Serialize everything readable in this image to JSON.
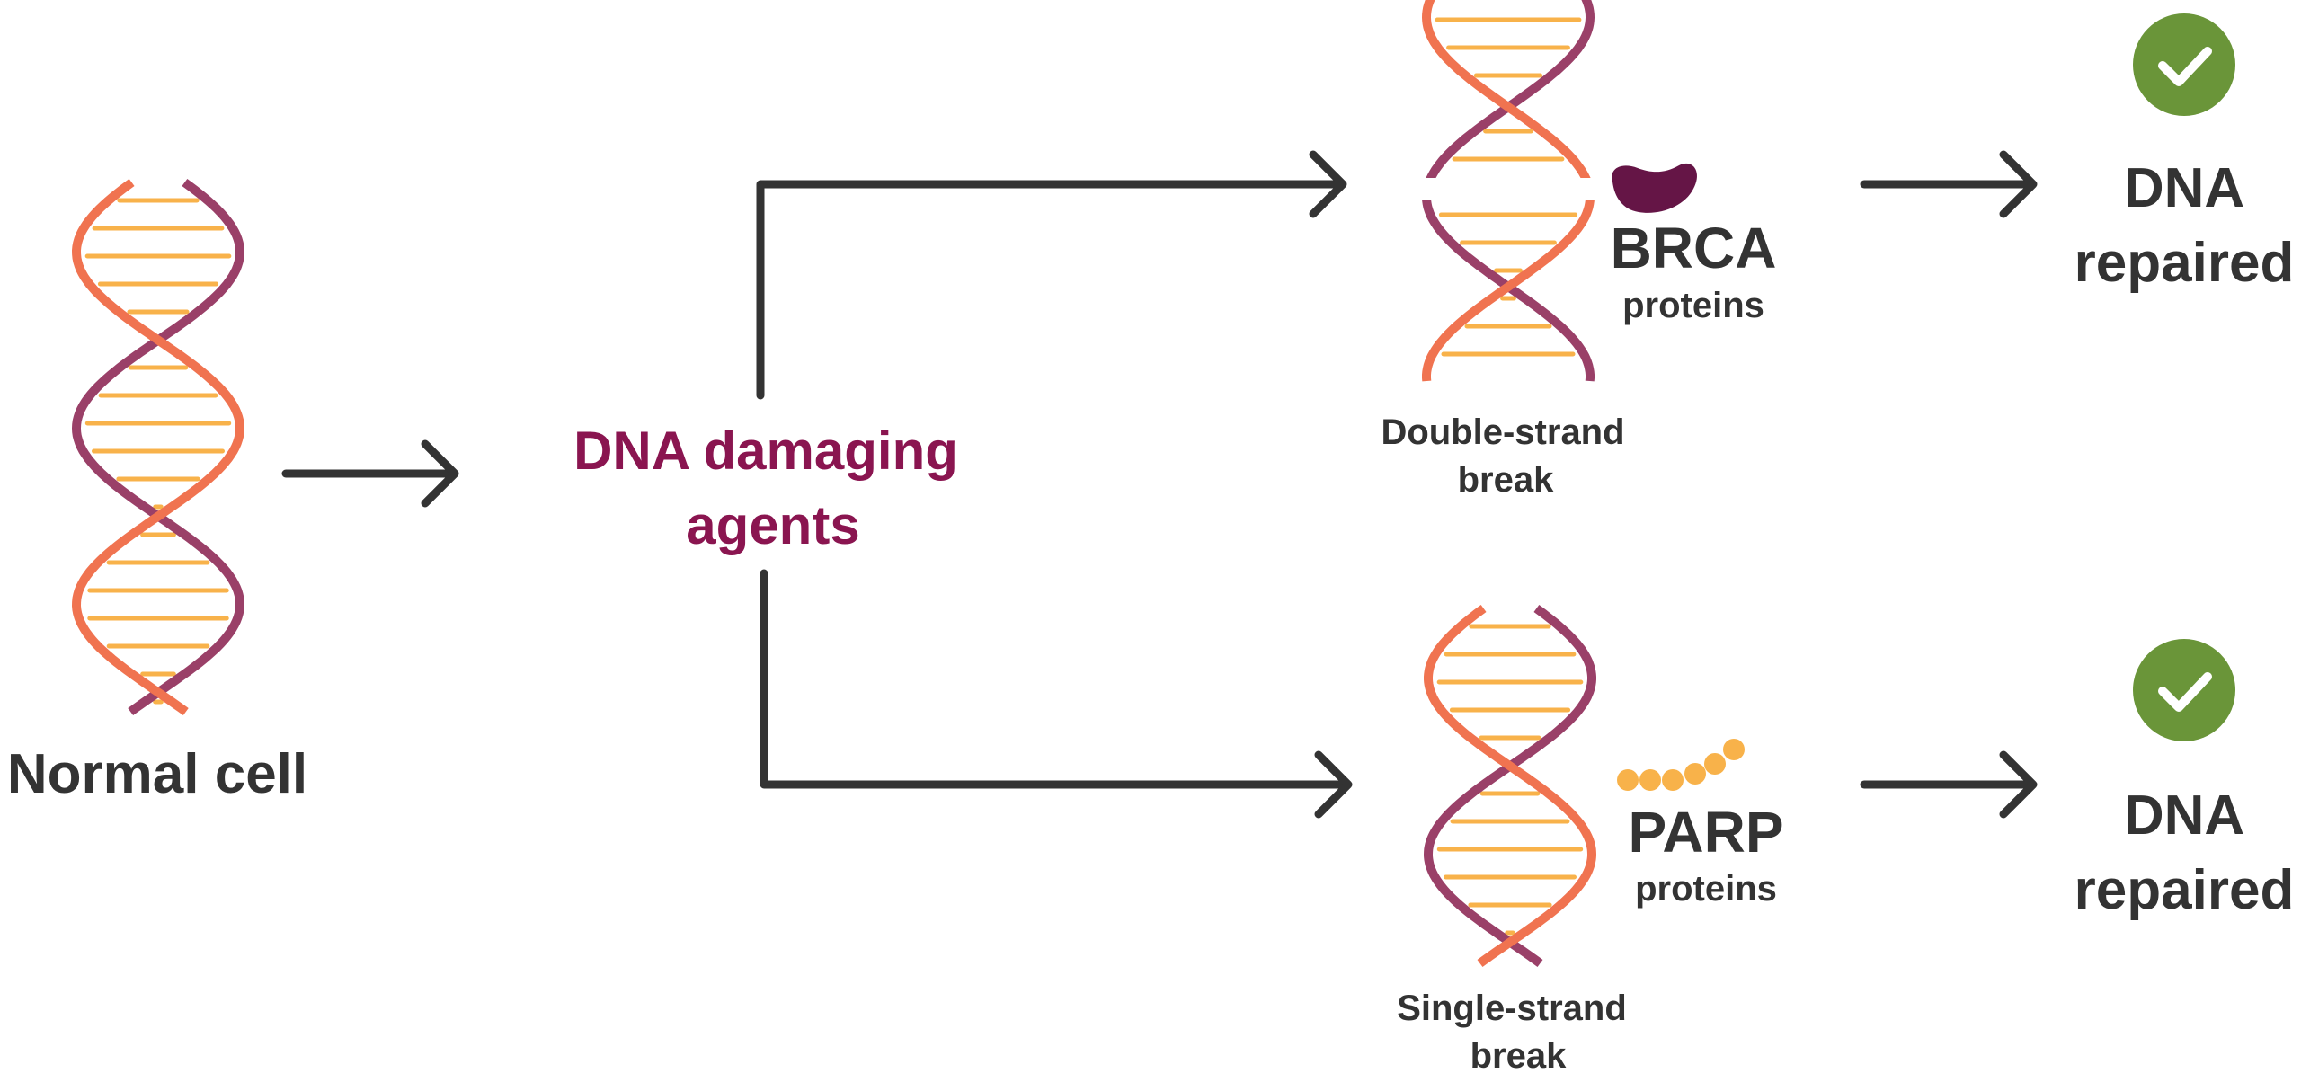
{
  "labels": {
    "normal_cell": "Normal cell",
    "agents_line1": "DNA damaging",
    "agents_line2": "agents",
    "double_line1": "Double-strand",
    "double_line2": "break",
    "single_line1": "Single-strand",
    "single_line2": "break",
    "brca_title": "BRCA",
    "brca_sub": "proteins",
    "parp_title": "PARP",
    "parp_sub": "proteins",
    "repaired_top_line1": "DNA",
    "repaired_top_line2": "repaired",
    "repaired_bottom_line1": "DNA",
    "repaired_bottom_line2": "repaired"
  },
  "icons": {
    "check": "check-circle-icon",
    "brca_protein": "brca-protein-blob-icon",
    "parp_protein": "parp-protein-bead-chain-icon"
  },
  "colors": {
    "text_dark": "#333333",
    "agents_text": "#8a1550",
    "strand_orange": "#f07350",
    "strand_purple": "#9a4068",
    "base_pairs": "#f8b24a",
    "check_green": "#6a9539",
    "brca_protein": "#651546",
    "parp_beads": "#f8b24a",
    "arrows": "#333333"
  }
}
